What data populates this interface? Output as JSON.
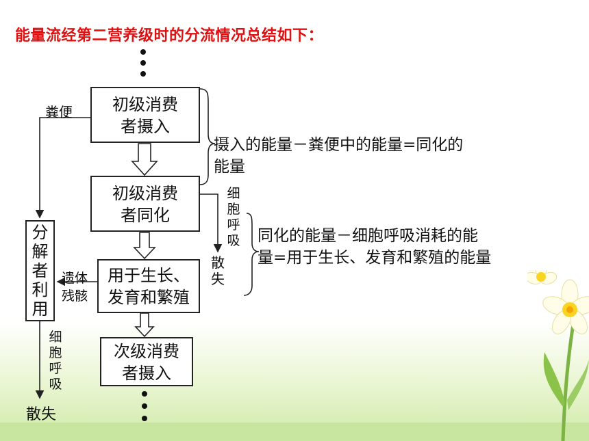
{
  "title": "能量流经第二营养级时的分流情况总结如下：",
  "boxes": {
    "intake1": "初级消费\n者摄入",
    "assim": "初级消费\n者同化",
    "growth": "用于生长、\n发育和繁殖",
    "intake2": "次级消费\n者摄入",
    "decomposer": "分\n解\n者\n利\n用"
  },
  "labels": {
    "feces": "粪便",
    "remains": "遗体\n残骸",
    "resp1": "细\n胞\n呼\n吸",
    "dissipate1": "散\n失",
    "resp2": "细\n胞\n呼\n吸",
    "dissipate2": "散失"
  },
  "notes": {
    "formula1": "摄入的能量－粪便中的能量=同化的\n能量",
    "formula2": "同化的能量－细胞呼吸消耗的能\n量=用于生长、发育和繁殖的能量"
  }
}
